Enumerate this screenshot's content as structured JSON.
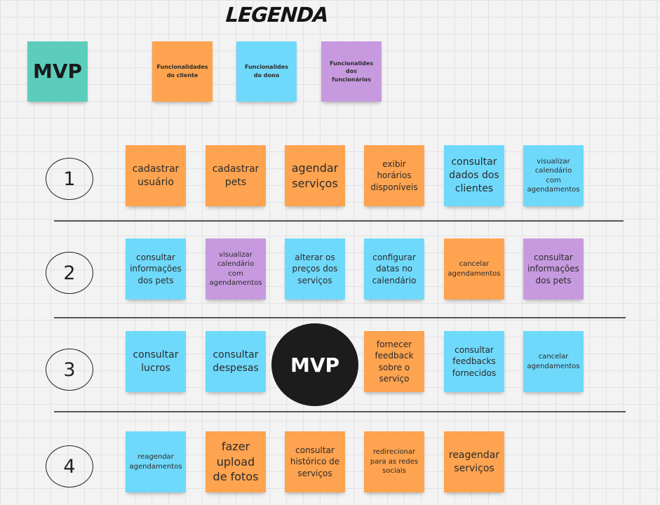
{
  "legend": {
    "title": "LEGENDA",
    "mvp_label": "MVP",
    "client_label": "Funcionalidades do cliente",
    "owner_label": "Funcionalides do dono",
    "employee_label": "Funcionalides dos funcionários"
  },
  "colors": {
    "client": "#fea34f",
    "owner": "#6fd9fb",
    "employee": "#c79ae0",
    "mvp": "#5ccdbc",
    "mvp_marker": "#1c1c1c"
  },
  "rows": [
    {
      "number": "1",
      "notes": [
        {
          "text": "cadastrar usuário",
          "type": "client"
        },
        {
          "text": "cadastrar pets",
          "type": "client"
        },
        {
          "text": "agendar serviços",
          "type": "client"
        },
        {
          "text": "exibir horários disponíveis",
          "type": "client"
        },
        {
          "text": "consultar dados dos clientes",
          "type": "owner"
        },
        {
          "text": "visualizar calendário com agendamentos",
          "type": "owner"
        }
      ]
    },
    {
      "number": "2",
      "notes": [
        {
          "text": "consultar informações dos pets",
          "type": "owner"
        },
        {
          "text": "visualizar calendário com agendamentos",
          "type": "employee"
        },
        {
          "text": "alterar os preços dos serviços",
          "type": "owner"
        },
        {
          "text": "configurar datas no calendário",
          "type": "owner"
        },
        {
          "text": "cancelar agendamentos",
          "type": "client"
        },
        {
          "text": "consultar informações dos pets",
          "type": "employee"
        }
      ]
    },
    {
      "number": "3",
      "mvp_marker": "MVP",
      "notes": [
        {
          "text": "consultar lucros",
          "type": "owner"
        },
        {
          "text": "consultar despesas",
          "type": "owner"
        },
        {
          "text": "fornecer feedback sobre o serviço",
          "type": "client"
        },
        {
          "text": "consultar feedbacks fornecidos",
          "type": "owner"
        },
        {
          "text": "cancelar agendamentos",
          "type": "owner"
        }
      ]
    },
    {
      "number": "4",
      "notes": [
        {
          "text": "reagendar agendamentos",
          "type": "owner"
        },
        {
          "text": "fazer upload de fotos",
          "type": "client"
        },
        {
          "text": "consultar histórico de serviços",
          "type": "client"
        },
        {
          "text": "redirecionar para as redes sociais",
          "type": "client"
        },
        {
          "text": "reagendar serviços",
          "type": "client"
        }
      ]
    }
  ]
}
